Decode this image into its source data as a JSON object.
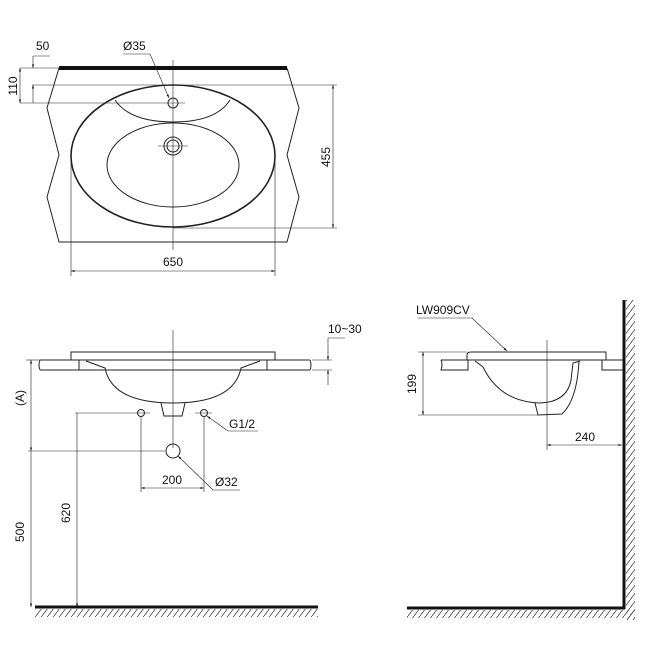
{
  "top_view": {
    "dim_edge_offset": "50",
    "dim_tap_hole": "Ø35",
    "dim_tap_position": "110",
    "dim_depth": "455",
    "dim_width": "650"
  },
  "front_view": {
    "dim_counter_thickness": "10~30",
    "dim_a": "(A)",
    "dim_drain_height": "500",
    "dim_supply_height": "620",
    "dim_supply_spacing": "200",
    "label_supply": "G1/2",
    "label_drain": "Ø32"
  },
  "side_view": {
    "model": "LW909CV",
    "dim_height": "199",
    "dim_wall_distance": "240"
  }
}
